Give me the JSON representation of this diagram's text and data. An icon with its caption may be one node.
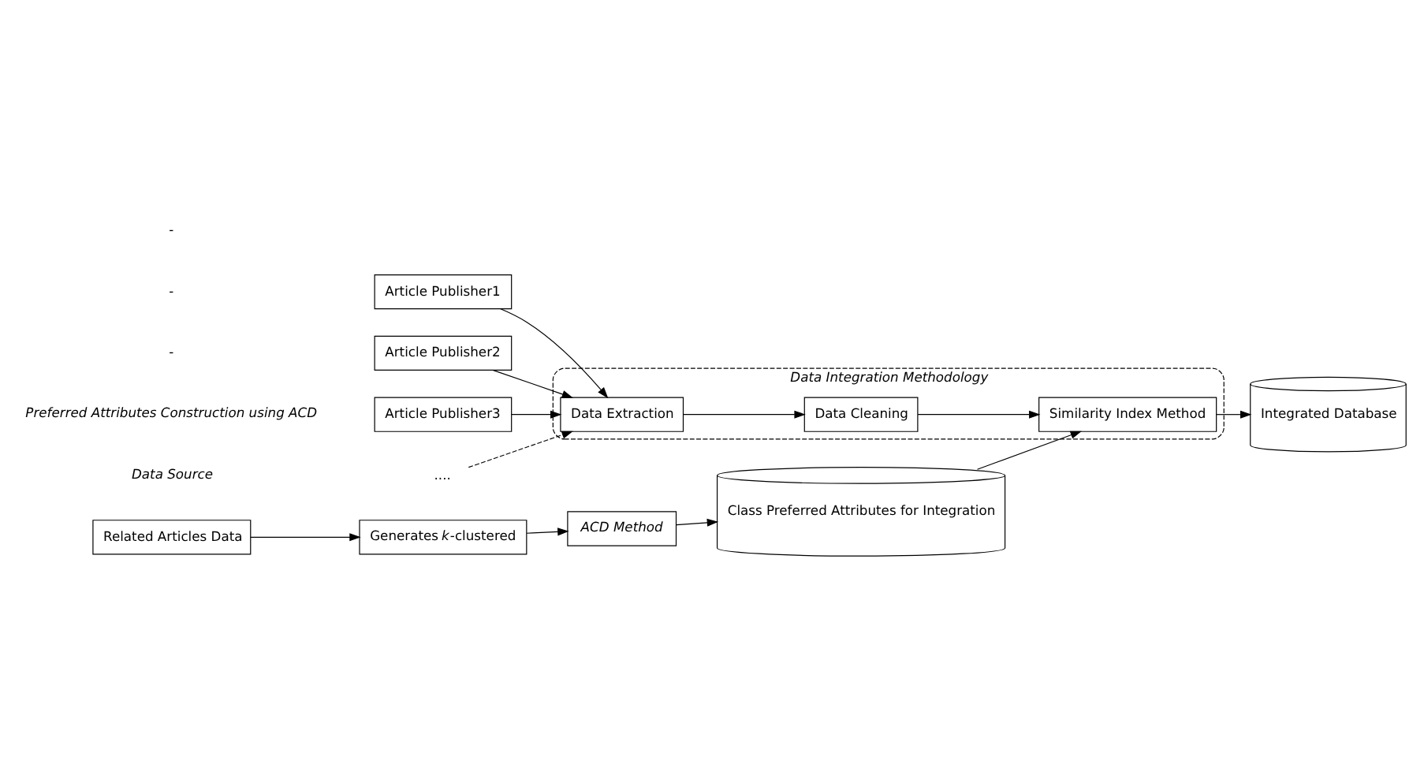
{
  "diagram": {
    "nodes": [
      {
        "text": [
          "Article Publisher1"
        ]
      },
      {
        "text": [
          "Article Publisher2"
        ]
      },
      {
        "text": [
          "Article Publisher3"
        ]
      },
      {
        "text": [
          "...."
        ]
      },
      {
        "text": [
          "Data Integration Methodology"
        ]
      },
      {
        "text": [
          "Data Extraction"
        ],
        "in": 4
      },
      {
        "text": [
          "Data Cleaning"
        ],
        "in": 4
      },
      {
        "text": [
          "Similarity Index Method"
        ],
        "in": 4
      },
      {
        "text": [
          "Integrated Database"
        ]
      },
      {
        "text": [
          "Class Preferred Attributes for Integration"
        ]
      },
      {
        "text": [
          "Related Articles Data"
        ]
      },
      {
        "text": [
          "Generates *k*-clustered"
        ]
      },
      {
        "text": [
          "ACD Method"
        ]
      }
    ],
    "edges": [
      {
        "from": 0,
        "to": 5,
        "arrow": "to"
      },
      {
        "from": 1,
        "to": 5,
        "arrow": "to"
      },
      {
        "from": 2,
        "to": 5,
        "arrow": "to"
      },
      {
        "from": 3,
        "to": 5,
        "arrow": "to",
        "style": "dashed"
      },
      {
        "from": 5,
        "to": 6,
        "arrow": "to"
      },
      {
        "from": 6,
        "to": 7,
        "arrow": "to"
      },
      {
        "from": 7,
        "to": 8,
        "arrow": "to"
      },
      {
        "from": 9,
        "to": 7,
        "arrow": "to"
      },
      {
        "from": 10,
        "to": 11,
        "arrow": "to"
      },
      {
        "from": 11,
        "to": 12,
        "arrow": "to"
      },
      {
        "from": 12,
        "to": 9,
        "arrow": "to"
      }
    ],
    "labels": [
      "Data Source",
      "Preferred Attributes Construction using ACD",
      "-",
      "-",
      "-"
    ]
  }
}
